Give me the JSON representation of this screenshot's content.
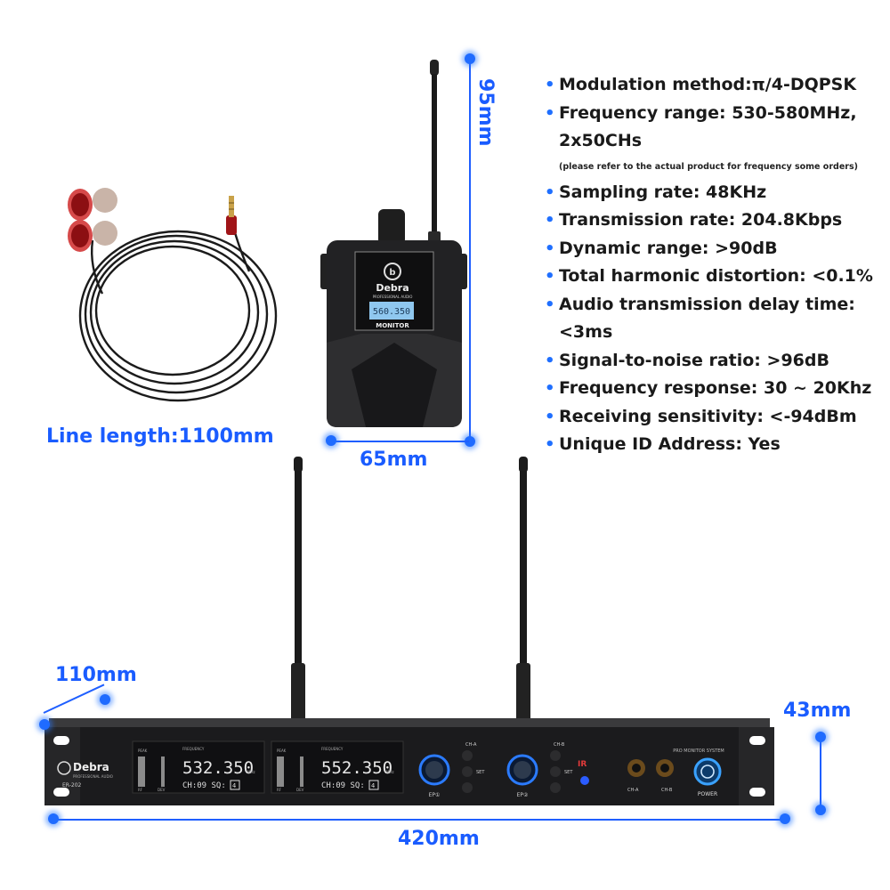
{
  "specs": [
    {
      "text": "Modulation method:π/4-DQPSK"
    },
    {
      "text": "Frequency range: 530-580MHz,",
      "cont": "2x50CHs",
      "note": "(please refer to the actual product for frequency some orders)"
    },
    {
      "text": "Sampling rate: 48KHz"
    },
    {
      "text": "Transmission rate: 204.8Kbps"
    },
    {
      "text": "Dynamic range: >90dB"
    },
    {
      "text": "Total harmonic distortion: <0.1%"
    },
    {
      "text": "Audio transmission delay time:",
      "cont": "<3ms"
    },
    {
      "text": "Signal-to-noise ratio: >96dB"
    },
    {
      "text": "Frequency response: 30 ~ 20Khz"
    },
    {
      "text": "Receiving sensitivity: <-94dBm"
    },
    {
      "text": "Unique ID Address: Yes"
    }
  ],
  "dimensions": {
    "line_length": "Line length:1100mm",
    "pack_height": "95mm",
    "pack_width": "65mm",
    "rack_depth": "110mm",
    "rack_height": "43mm",
    "rack_width": "420mm"
  },
  "bodypack": {
    "brand": "Debra",
    "brand_sub": "PROFESSIONAL AUDIO",
    "display": "560.350",
    "label": "MONITOR"
  },
  "receiver": {
    "brand": "Debra",
    "brand_sub": "PROFESSIONAL AUDIO",
    "model": "ER-202",
    "system": "PRO MONITOR SYSTEM",
    "freq_a": "532.350",
    "freq_b": "552.350",
    "freq_unit": "MHz",
    "freq_label": "FREQUENCY",
    "ch_a": "CH:09 SQ:",
    "ch_b": "CH:09 SQ:",
    "sq": "4",
    "peak": "PEAK",
    "rf": "RF",
    "dev": "DEV",
    "ep1": "EP①",
    "ep2": "EP②",
    "ch_a_btn": "CH-A",
    "ch_b_btn": "CH-B",
    "set": "SET",
    "ir": "IR",
    "cha_jack": "CH-A",
    "chb_jack": "CH-B",
    "power": "POWER"
  },
  "colors": {
    "accent_blue": "#1f5fff",
    "earbud_red": "#c0161c",
    "device_black": "#1c1c1e",
    "lcd_blue": "#8fc7ef"
  }
}
